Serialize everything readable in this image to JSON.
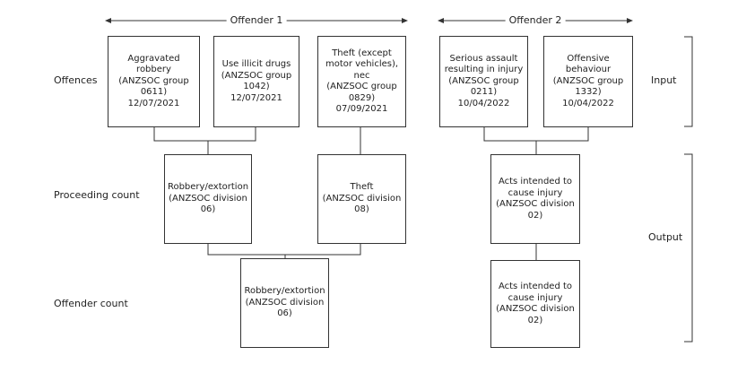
{
  "groups": {
    "offender1": "Offender 1",
    "offender2": "Offender 2"
  },
  "rows": {
    "offences": "Offences",
    "proceeding": "Proceeding count",
    "offender": "Offender count"
  },
  "sides": {
    "input": "Input",
    "output": "Output"
  },
  "boxes": {
    "agg_robbery": "Aggravated\nrobbery\n(ANZSOC group\n0611)\n12/07/2021",
    "illicit_drugs": "Use illicit drugs\n(ANZSOC group\n1042)\n12/07/2021",
    "theft_except": "Theft (except\nmotor vehicles),\nnec\n(ANZSOC group\n0829)\n07/09/2021",
    "serious_assault": "Serious assault\nresulting in injury\n(ANZSOC group\n0211)\n10/04/2022",
    "offensive_behaviour": "Offensive\nbehaviour\n(ANZSOC group\n1332)\n10/04/2022",
    "pc_robbery": "Robbery/extortion\n(ANZSOC division\n06)",
    "pc_theft": "Theft\n(ANZSOC division\n08)",
    "pc_acts_injury": "Acts intended to\ncause injury\n(ANZSOC division\n02)",
    "oc_robbery": "Robbery/extortion\n(ANZSOC division\n06)",
    "oc_acts_injury": "Acts intended to\ncause injury\n(ANZSOC division\n02)"
  }
}
